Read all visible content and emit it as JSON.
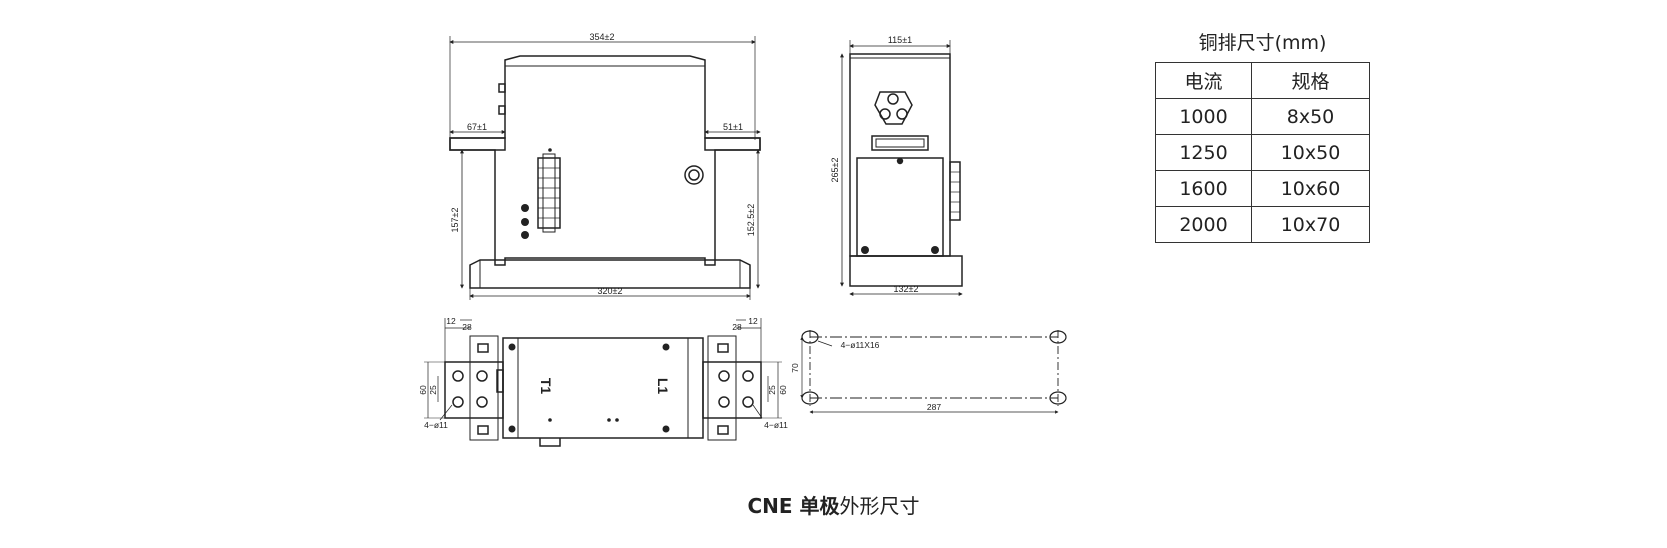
{
  "dimensions": {
    "front_width": "354±2",
    "left_flange": "67±1",
    "right_flange": "51±1",
    "left_height": "157±2",
    "right_height": "152.5±2",
    "base_width": "320±2",
    "side_top": "115±1",
    "side_height": "265±2",
    "side_base": "132±2",
    "bottom_12_left": "12",
    "bottom_28_left": "28",
    "bottom_28_right": "28",
    "bottom_12_right": "12",
    "bottom_60_left": "60",
    "bottom_25_left": "25",
    "bottom_60_right": "60",
    "bottom_25_right": "25",
    "hole_left": "4−ø11",
    "hole_right": "4−ø11",
    "mount_hole": "4−ø11X16",
    "mount_70": "70",
    "mount_287": "287"
  },
  "terminals": {
    "t1": "T1",
    "l1": "L1"
  },
  "caption": {
    "bold": "CNE 单极",
    "normal": "外形尺寸"
  },
  "table": {
    "title": "铜排尺寸(mm)",
    "headers": [
      "电流",
      "规格"
    ],
    "rows": [
      [
        "1000",
        "8x50"
      ],
      [
        "1250",
        "10x50"
      ],
      [
        "1600",
        "10x60"
      ],
      [
        "2000",
        "10x70"
      ]
    ]
  }
}
